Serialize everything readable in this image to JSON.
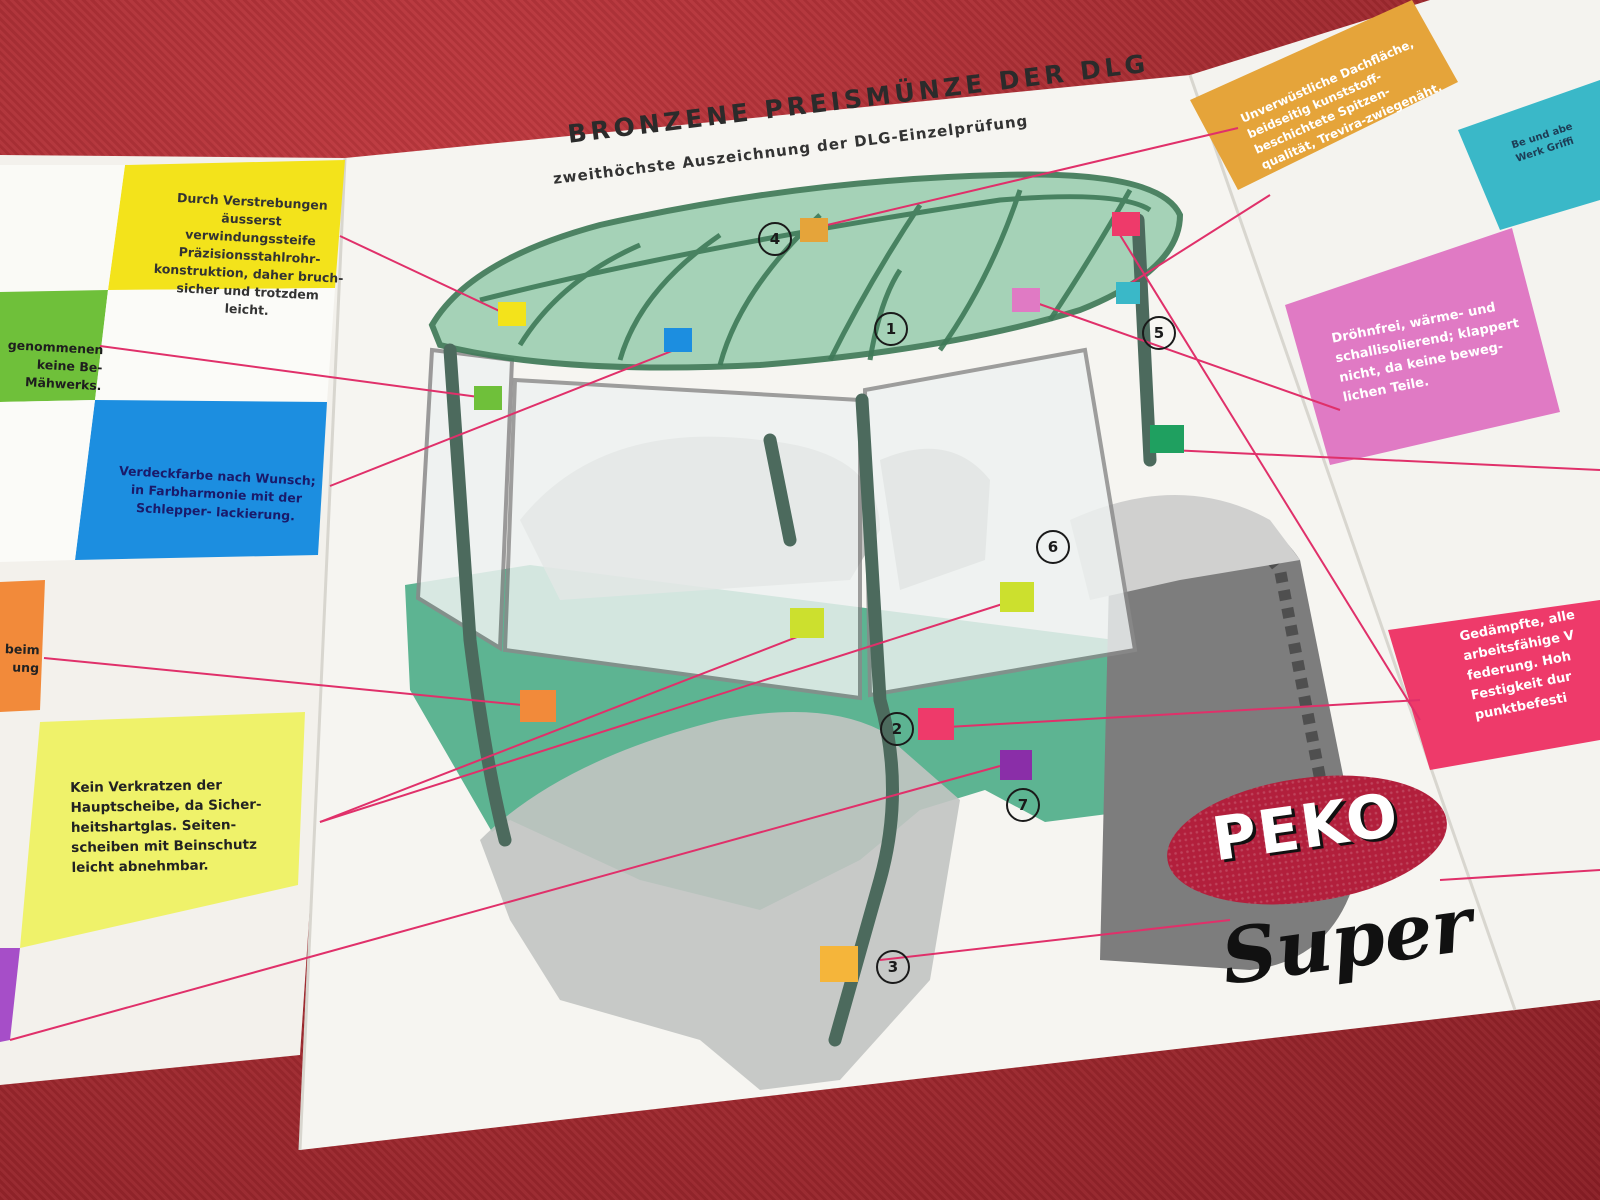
{
  "title": "BRONZENE PREISMÜNZE DER DLG",
  "subtitle": "zweithöchste Auszeichnung der DLG-Einzelprüfung",
  "left_panels": {
    "yellow": "Durch Verstrebungen\näusserst verwindungssteife\nPräzisionsstahlrohr-\nkonstruktion, daher bruch-\nsicher und trotzdem leicht.",
    "green": "genommenen\nkeine Be-\nMähwerks.",
    "blue": "Verdeckfarbe nach\nWunsch; in Farbharmonie\nmit der Schlepper-\nlackierung.",
    "orange": "beim\nung",
    "pale": "Kein Verkratzen der\nHauptscheibe, da Sicher-\nheitshartglas. Seiten-\nscheiben mit Beinschutz\nleicht abnehmbar."
  },
  "right_panels": {
    "gold": "Unverwüstliche Dachfläche,\nbeidseitig kunststoff-\nbeschichtete Spitzen-\nqualität, Trevira-zwiegenäht.",
    "cyan": "Be\nund\nabe\nWerk\nGriffi",
    "pink": "Dröhnfrei, wärme- und\nschallisolierend; klappert\nnicht, da keine beweg-\nlichen Teile.",
    "red": "Gedämpfte, alle\narbeitsfähige V\nfederung. Hoh\nFestigkeit dur\npunktbefesti"
  },
  "callout_numbers": [
    "1",
    "2",
    "3",
    "4",
    "5",
    "6",
    "7"
  ],
  "logo": {
    "brand": "PEKO",
    "model": "Super"
  },
  "colors": {
    "yellow": "#f3e31b",
    "green": "#6fc03a",
    "blue": "#1c8ee0",
    "orange": "#f28a3a",
    "pale_yellow": "#eff26a",
    "gold": "#e5a43a",
    "cyan": "#3ab8c8",
    "pink": "#e07ac4",
    "red": "#ee3a6a",
    "violet": "#a64ec8",
    "cab_green": "#4fae8a",
    "leader": "#e0306a",
    "logo_red": "#b21f3c"
  }
}
